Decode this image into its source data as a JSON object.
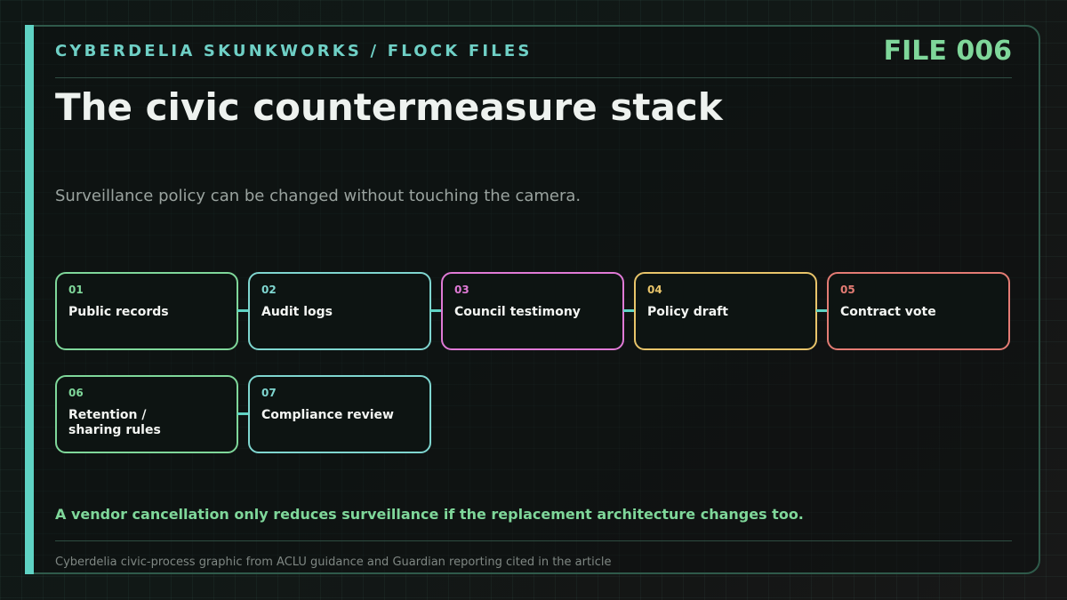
{
  "header": {
    "kicker": "CYBERDELIA SKUNKWORKS / FLOCK FILES",
    "file_tag": "FILE 006",
    "title": "The civic countermeasure stack",
    "subtitle": "Surveillance policy can be changed without touching the camera."
  },
  "colors": {
    "accent_teal": "#5fd3c4",
    "green": "#7fd79a",
    "cyan": "#7fd6d0",
    "magenta": "#e07ad6",
    "amber": "#e8c46a",
    "coral": "#e47c74"
  },
  "steps": [
    {
      "num": "01",
      "label": "Public records",
      "color": "#7fd79a"
    },
    {
      "num": "02",
      "label": "Audit logs",
      "color": "#7fd6d0"
    },
    {
      "num": "03",
      "label": "Council testimony",
      "color": "#e07ad6"
    },
    {
      "num": "04",
      "label": "Policy draft",
      "color": "#e8c46a"
    },
    {
      "num": "05",
      "label": "Contract vote",
      "color": "#e47c74"
    },
    {
      "num": "06",
      "label": "Retention /\nsharing rules",
      "color": "#7fd79a"
    },
    {
      "num": "07",
      "label": "Compliance review",
      "color": "#7fd6d0"
    }
  ],
  "footer": {
    "claim": "A vendor cancellation only reduces surveillance if the replacement architecture changes too.",
    "source": "Cyberdelia civic-process graphic from ACLU guidance and Guardian reporting cited in the article"
  }
}
